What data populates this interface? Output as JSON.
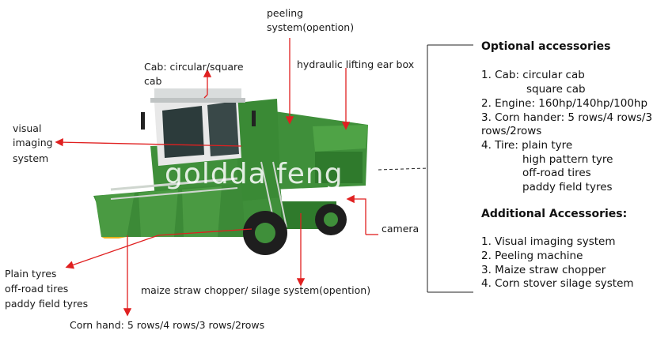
{
  "labels": {
    "peeling": "peeling",
    "peeling2": "system(opention)",
    "cab1": "Cab: circular/square",
    "cab2": "cab",
    "hydraulic": "hydraulic lifting ear box",
    "visual1": "visual",
    "visual2": "imaging",
    "visual3": "system",
    "camera": "camera",
    "tyres1": "Plain tyres",
    "tyres2": "off-road tires",
    "tyres3": "paddy field tyres",
    "chopper": "maize straw chopper/ silage system(opention)",
    "cornhand": "Corn hand: 5 rows/4 rows/3 rows/2rows"
  },
  "watermark": "goldda feng",
  "optional": {
    "title": "Optional accessories",
    "lines": [
      "1. Cab: circular cab",
      "square cab",
      "2. Engine: 160hp/140hp/100hp",
      "3. Corn hander: 5 rows/4 rows/3",
      "rows/2rows",
      "4. Tire: plain tyre",
      "high pattern tyre",
      "off-road tires",
      "paddy field tyres"
    ]
  },
  "additional": {
    "title": "Additional Accessories:",
    "lines": [
      "1. Visual imaging system",
      "2. Peeling machine",
      "3. Maize straw chopper",
      "4. Corn stover silage system"
    ]
  },
  "colors": {
    "arrow": "#e02020",
    "machine": "#3f8f3a",
    "bracket": "#222222"
  }
}
